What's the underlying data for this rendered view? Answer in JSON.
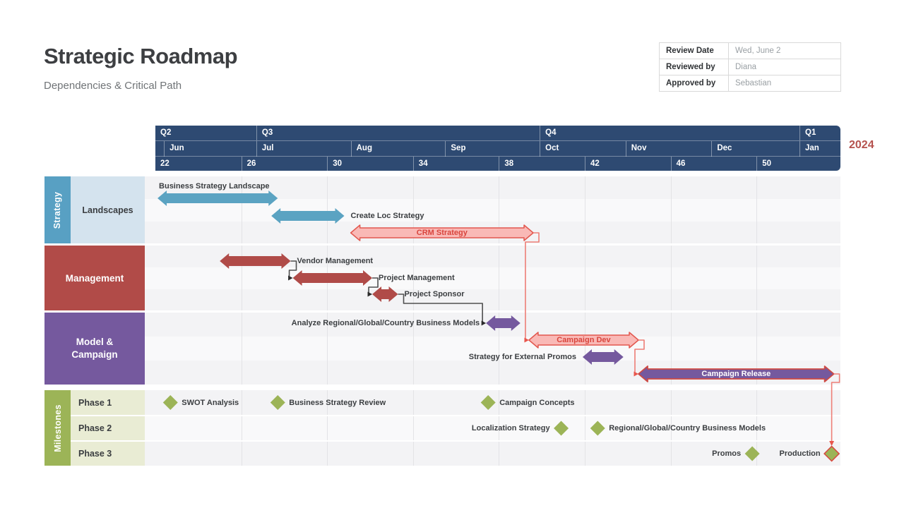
{
  "title": "Strategic Roadmap",
  "subtitle": "Dependencies & Critical Path",
  "year_label": "2024",
  "review_table": {
    "rows": [
      {
        "label": "Review Date",
        "value": "Wed, June 2"
      },
      {
        "label": "Reviewed by",
        "value": "Diana"
      },
      {
        "label": "Approved by",
        "value": "Sebastian"
      }
    ]
  },
  "side_panel": {
    "strategy_group": "Strategy",
    "strategy_row": "Landscapes",
    "management": "Management",
    "model_campaign": "Model & Campaign",
    "milestones_group": "Milestones",
    "phases": [
      "Phase 1",
      "Phase 2",
      "Phase 3"
    ]
  },
  "chart_data": {
    "type": "gantt",
    "title": "Strategic Roadmap",
    "subtitle": "Dependencies & Critical Path",
    "axis": {
      "unit": "week_of_year",
      "year": "2024",
      "week_ticks": [
        22,
        26,
        30,
        34,
        38,
        42,
        46,
        50
      ],
      "range": [
        22,
        53.9
      ],
      "quarters": [
        {
          "label": "Q2",
          "start": 22,
          "end": 26.7
        },
        {
          "label": "Q3",
          "start": 26.7,
          "end": 39.9
        },
        {
          "label": "Q4",
          "start": 39.9,
          "end": 52
        },
        {
          "label": "Q1",
          "start": 52,
          "end": 53.9
        }
      ],
      "months": [
        {
          "label": "Jun",
          "start": 22.4,
          "end": 26.7
        },
        {
          "label": "Jul",
          "start": 26.7,
          "end": 31.1
        },
        {
          "label": "Aug",
          "start": 31.1,
          "end": 35.5
        },
        {
          "label": "Sep",
          "start": 35.5,
          "end": 39.9
        },
        {
          "label": "Oct",
          "start": 39.9,
          "end": 43.9
        },
        {
          "label": "Nov",
          "start": 43.9,
          "end": 47.9
        },
        {
          "label": "Dec",
          "start": 47.9,
          "end": 52
        },
        {
          "label": "Jan",
          "start": 52,
          "end": 53.9
        }
      ]
    },
    "sections": [
      {
        "id": "strategy",
        "group": "Strategy",
        "row_label": "Landscapes"
      },
      {
        "id": "management",
        "group": "Management"
      },
      {
        "id": "model",
        "group": "Model & Campaign"
      },
      {
        "id": "milestones",
        "group": "Milestones",
        "rows": [
          "Phase 1",
          "Phase 2",
          "Phase 3"
        ]
      }
    ],
    "tasks": [
      {
        "id": "bsl",
        "label": "Business Strategy Landscape",
        "section": "strategy",
        "lane": 0,
        "start": 22.1,
        "end": 27.7,
        "style": "blue",
        "label_pos": "above"
      },
      {
        "id": "cls",
        "label": "Create Loc Strategy",
        "section": "strategy",
        "lane": 1,
        "start": 27.4,
        "end": 30.8,
        "style": "blue",
        "label_pos": "right"
      },
      {
        "id": "crm",
        "label": "CRM Strategy",
        "section": "strategy",
        "lane": 2,
        "start": 31.1,
        "end": 39.6,
        "style": "pink",
        "label_pos": "inside"
      },
      {
        "id": "vendor",
        "label": "Vendor Management",
        "section": "management",
        "lane": 0,
        "start": 25.0,
        "end": 28.3,
        "style": "red",
        "label_pos": "right"
      },
      {
        "id": "projmgmt",
        "label": "Project Management",
        "section": "management",
        "lane": 1,
        "start": 28.4,
        "end": 32.1,
        "style": "red",
        "label_pos": "right"
      },
      {
        "id": "sponsor",
        "label": "Project Sponsor",
        "section": "management",
        "lane": 2,
        "start": 32.1,
        "end": 33.3,
        "style": "red",
        "label_pos": "right"
      },
      {
        "id": "analyze",
        "label": "Analyze Regional/Global/Country Business Models",
        "section": "model",
        "lane": 0,
        "start": 37.4,
        "end": 39.0,
        "style": "purple",
        "label_pos": "left"
      },
      {
        "id": "campdev",
        "label": "Campaign Dev",
        "section": "model",
        "lane": 1,
        "start": 39.4,
        "end": 44.5,
        "style": "pink",
        "label_pos": "inside"
      },
      {
        "id": "extpromos",
        "label": "Strategy for External Promos",
        "section": "model",
        "lane": 2,
        "start": 41.9,
        "end": 43.8,
        "style": "purple",
        "label_pos": "left"
      },
      {
        "id": "release",
        "label": "Campaign Release",
        "section": "model",
        "lane": 3,
        "start": 44.5,
        "end": 53.6,
        "style": "release",
        "label_pos": "inside"
      }
    ],
    "milestones": [
      {
        "id": "swot",
        "label": "SWOT Analysis",
        "phase": 0,
        "week": 22.7,
        "label_pos": "right"
      },
      {
        "id": "bsr",
        "label": "Business Strategy Review",
        "phase": 0,
        "week": 27.7,
        "label_pos": "right"
      },
      {
        "id": "cc",
        "label": "Campaign Concepts",
        "phase": 0,
        "week": 37.5,
        "label_pos": "right"
      },
      {
        "id": "locstrat",
        "label": "Localization Strategy",
        "phase": 1,
        "week": 40.9,
        "label_pos": "left"
      },
      {
        "id": "rgc",
        "label": "Regional/Global/Country Business Models",
        "phase": 1,
        "week": 42.6,
        "label_pos": "right"
      },
      {
        "id": "promos",
        "label": "Promos",
        "phase": 2,
        "week": 49.8,
        "label_pos": "left"
      },
      {
        "id": "production",
        "label": "Production",
        "phase": 2,
        "week": 53.5,
        "label_pos": "left",
        "critical": true
      }
    ],
    "dependencies": [
      {
        "from": "vendor",
        "to": "projmgmt",
        "color": "dark"
      },
      {
        "from": "projmgmt",
        "to": "sponsor",
        "color": "dark"
      },
      {
        "from": "sponsor",
        "to": "analyze",
        "color": "dark"
      },
      {
        "from": "crm",
        "to": "campdev",
        "color": "red"
      },
      {
        "from": "campdev",
        "to": "release",
        "color": "red"
      },
      {
        "from": "release",
        "to": "production",
        "color": "red",
        "end": "down"
      }
    ],
    "colors": {
      "blue": "#5ba3c2",
      "red": "#b04b48",
      "purple": "#75599e",
      "pink_fill": "#f9b9b6",
      "pink_border": "#e2574e",
      "pink_text": "#d9453d",
      "release_border": "#cf4a42",
      "green": "#9cb457",
      "navy": "#2e4a72",
      "light_blue": "#d4e3ee",
      "light_green": "#e9ecd4",
      "dark_connector": "#4f4f4f",
      "red_connector": "#ee7e76",
      "year": "#b5524e"
    }
  }
}
